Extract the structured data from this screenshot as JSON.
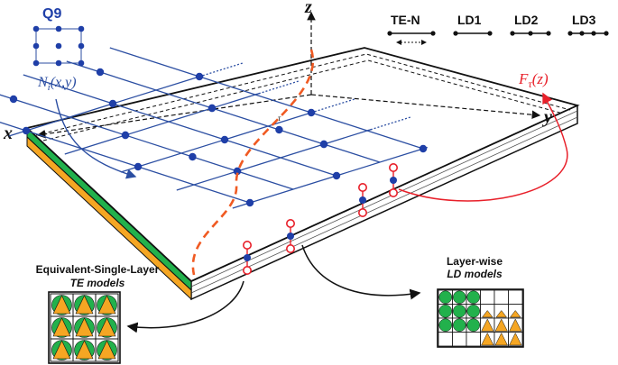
{
  "q9": {
    "title": "Q9",
    "shape_function": "N",
    "shape_sub": "i",
    "shape_args": "(x,y)"
  },
  "axes": {
    "x": "x",
    "y": "y",
    "z": "z"
  },
  "legend": [
    {
      "label": "TE-N"
    },
    {
      "label": "LD1"
    },
    {
      "label": "LD2"
    },
    {
      "label": "LD3"
    }
  ],
  "thickness_function": {
    "name": "F",
    "sub": "τ",
    "arg": "(z)"
  },
  "tau_mark": "τ",
  "esl": {
    "line1": "Equivalent-Single-Layer",
    "line2": "TE models"
  },
  "lw": {
    "line1": "Layer-wise",
    "line2": "LD models"
  },
  "colors": {
    "node_blue": "#1f3fa8",
    "mesh_blue": "#2b4ea2",
    "red": "#e8202a",
    "orange_dash": "#f05a22",
    "green": "#22b14c",
    "orange": "#f5a623"
  }
}
